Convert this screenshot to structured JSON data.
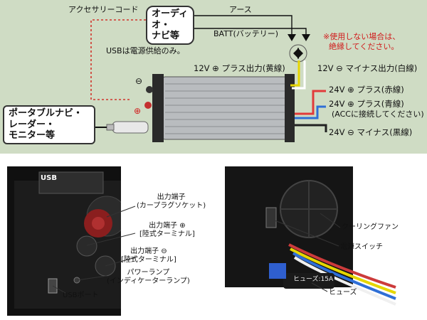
{
  "top_diagram": {
    "accessory_cord": "アクセサリーコード",
    "audio_navi_line1": "オーディオ・",
    "audio_navi_line2": "ナビ等",
    "earth": "アース",
    "batt": "BATT(バッテリー)",
    "warning_line1": "※使用しない場合は、",
    "warning_line2": "絶縁してください。",
    "usb_note": "USBは電源供給のみ。",
    "out_12v_plus": "12V ⊕ プラス出力(黄線)",
    "out_12v_minus": "12V ⊖ マイナス出力(白線)",
    "in_24v_plus_red": "24V ⊕ プラス(赤線)",
    "in_24v_plus_blue": "24V ⊕ プラス(青線)",
    "acc_note": "(ACCに接続してください)",
    "in_24v_minus": "24V ⊖ マイナス(黒線)",
    "portable_line1": "ポータブルナビ・",
    "portable_line2": "レーダー・",
    "portable_line3": "モニター等",
    "minus_symbol": "⊖",
    "plus_symbol": "⊕"
  },
  "photo_left": {
    "brand": "USB",
    "callout_socket_line1": "出力端子",
    "callout_socket_line2": "(カープラグソケット)",
    "callout_plus_line1": "出力端子 ⊕",
    "callout_plus_line2": "[陸式ターミナル]",
    "callout_minus_line1": "出力端子 ⊖",
    "callout_minus_line2": "[陸式ターミナル]",
    "callout_lamp_line1": "パワーランプ",
    "callout_lamp_line2": "(インディケーターランプ)",
    "callout_usb": "USBポート"
  },
  "photo_right": {
    "callout_fan": "クーリングファン",
    "callout_switch": "電源スイッチ",
    "callout_fuse": "ヒューズ",
    "fuse_label": "ヒューズ:15A"
  },
  "colors": {
    "background_top": "#cfdcc4",
    "wire_yellow": "#e6d600",
    "wire_white": "#ffffff",
    "wire_red": "#e23a3a",
    "wire_blue": "#2f6fd6",
    "wire_black": "#222222",
    "accessory_cord": "#d0342c"
  }
}
